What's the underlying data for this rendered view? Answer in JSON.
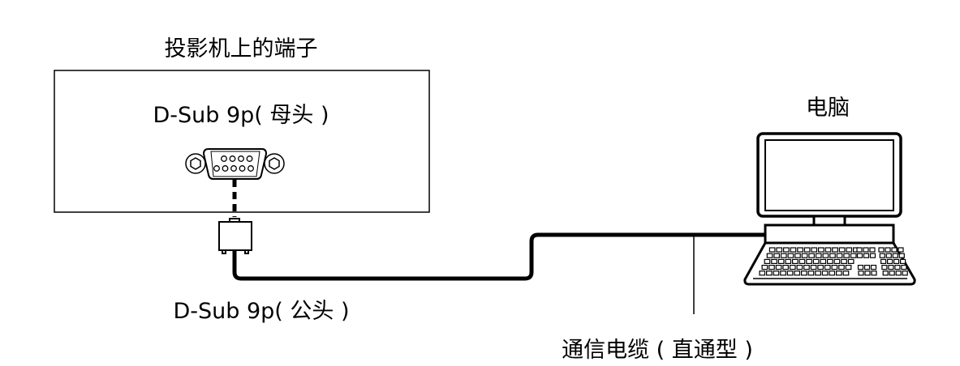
{
  "projector": {
    "title": "投影机上的端子",
    "port_label": "D-Sub 9p( 母头 )"
  },
  "cable": {
    "connector_label": "D-Sub 9p( 公头 )",
    "cable_label": "通信电缆 ( 直通型 )"
  },
  "computer": {
    "label": "电脑"
  }
}
